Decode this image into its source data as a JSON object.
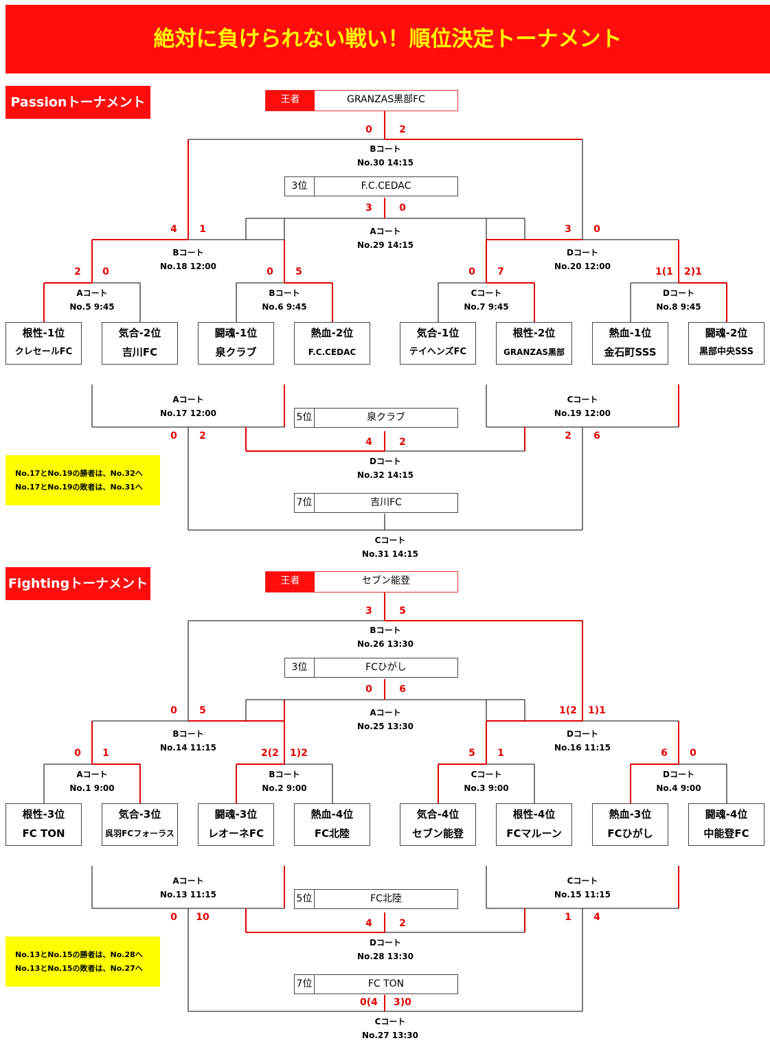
{
  "title": "絶対に負けられない戦い！順位決定トーナメント",
  "sections": [
    {
      "name": "Passionトーナメント",
      "teams": [
        {
          "place": "根性-1位",
          "name": "クレセールFC"
        },
        {
          "place": "気合-2位",
          "name": "吉川FC"
        },
        {
          "place": "闘魂-1位",
          "name": "泉クラブ"
        },
        {
          "place": "熱血-2位",
          "name": "F.C.CEDAC"
        },
        {
          "place": "気合-1位",
          "name": "テイヘンズFC"
        },
        {
          "place": "根性-2位",
          "name": "GRANZAS黒部"
        },
        {
          "place": "熱血-1位",
          "name": "金石町SSS"
        },
        {
          "place": "闘魂-2位",
          "name": "黒部中央SSS"
        }
      ],
      "matches": {
        "m1": {
          "court": "Aコート",
          "info": "No.5 9:45",
          "sl": "2",
          "sr": "0"
        },
        "m2": {
          "court": "Bコート",
          "info": "No.6 9:45",
          "sl": "0",
          "sr": "5"
        },
        "m3": {
          "court": "Cコート",
          "info": "No.7 9:45",
          "sl": "0",
          "sr": "7"
        },
        "m4": {
          "court": "Dコート",
          "info": "No.8 9:45",
          "sl": "1(1",
          "sr": "2)1"
        },
        "q1": {
          "court": "Bコート",
          "info": "No.18 12:00",
          "sl": "4",
          "sr": "1"
        },
        "q2": {
          "court": "Dコート",
          "info": "No.20 12:00",
          "sl": "3",
          "sr": "0"
        },
        "sf": {
          "court": "Aコート",
          "info": "No.29 14:15",
          "sl": "3",
          "sr": "0"
        },
        "fin": {
          "court": "Bコート",
          "info": "No.30 14:15",
          "sl": "0",
          "sr": "2"
        },
        "l1": {
          "court": "Aコート",
          "info": "No.17 12:00",
          "sl": "0",
          "sr": "2"
        },
        "l2": {
          "court": "Cコート",
          "info": "No.19 12:00",
          "sl": "2",
          "sr": "6"
        },
        "l5": {
          "court": "Dコート",
          "info": "No.32 14:15",
          "sl": "4",
          "sr": "2"
        },
        "l7": {
          "court": "Cコート",
          "info": "No.31 14:15",
          "sl": "",
          "sr": ""
        }
      },
      "results": {
        "champ": {
          "label": "王者",
          "name": "GRANZAS黒部FC"
        },
        "third": {
          "label": "3位",
          "name": "F.C.CEDAC"
        },
        "fifth": {
          "label": "5位",
          "name": "泉クラブ"
        },
        "seventh": {
          "label": "7位",
          "name": "吉川FC"
        }
      },
      "note": [
        "No.17とNo.19の勝者は、No.32へ",
        "No.17とNo.19の敗者は、No.31へ"
      ]
    },
    {
      "name": "Fightingトーナメント",
      "teams": [
        {
          "place": "根性-3位",
          "name": "FC TON"
        },
        {
          "place": "気合-3位",
          "name": "呉羽FCフォーラス"
        },
        {
          "place": "闘魂-3位",
          "name": "レオーネFC"
        },
        {
          "place": "熱血-4位",
          "name": "FC北陸"
        },
        {
          "place": "気合-4位",
          "name": "セブン能登"
        },
        {
          "place": "根性-4位",
          "name": "FCマルーン"
        },
        {
          "place": "熱血-3位",
          "name": "FCひがし"
        },
        {
          "place": "闘魂-4位",
          "name": "中能登FC"
        }
      ],
      "matches": {
        "m1": {
          "court": "Aコート",
          "info": "No.1 9:00",
          "sl": "0",
          "sr": "1"
        },
        "m2": {
          "court": "Bコート",
          "info": "No.2 9:00",
          "sl": "2(2",
          "sr": "1)2"
        },
        "m3": {
          "court": "Cコート",
          "info": "No.3 9:00",
          "sl": "5",
          "sr": "1"
        },
        "m4": {
          "court": "Dコート",
          "info": "No.4 9:00",
          "sl": "6",
          "sr": "0"
        },
        "q1": {
          "court": "Bコート",
          "info": "No.14 11:15",
          "sl": "0",
          "sr": "5"
        },
        "q2": {
          "court": "Dコート",
          "info": "No.16 11:15",
          "sl": "1(2",
          "sr": "1)1"
        },
        "sf": {
          "court": "Aコート",
          "info": "No.25 13:30",
          "sl": "0",
          "sr": "6"
        },
        "fin": {
          "court": "Bコート",
          "info": "No.26 13:30",
          "sl": "3",
          "sr": "5"
        },
        "l1": {
          "court": "Aコート",
          "info": "No.13 11:15",
          "sl": "0",
          "sr": "10"
        },
        "l2": {
          "court": "Cコート",
          "info": "No.15 11:15",
          "sl": "1",
          "sr": "4"
        },
        "l5": {
          "court": "Dコート",
          "info": "No.28 13:30",
          "sl": "4",
          "sr": "2"
        },
        "l7": {
          "court": "Cコート",
          "info": "No.27 13:30",
          "sl": "0(4",
          "sr": "3)0"
        }
      },
      "results": {
        "champ": {
          "label": "王者",
          "name": "セブン能登"
        },
        "third": {
          "label": "3位",
          "name": "FCひがし"
        },
        "fifth": {
          "label": "5位",
          "name": "FC北陸"
        },
        "seventh": {
          "label": "7位",
          "name": "FC TON"
        }
      },
      "note": [
        "No.13とNo.15の勝者は、No.28へ",
        "No.13とNo.15の敗者は、No.27へ"
      ]
    }
  ],
  "colors": {
    "banner": "#ff0d0d",
    "title_text": "#ffff00",
    "win_line": "#e00000",
    "line": "#333333",
    "note_bg": "#ffff00"
  }
}
